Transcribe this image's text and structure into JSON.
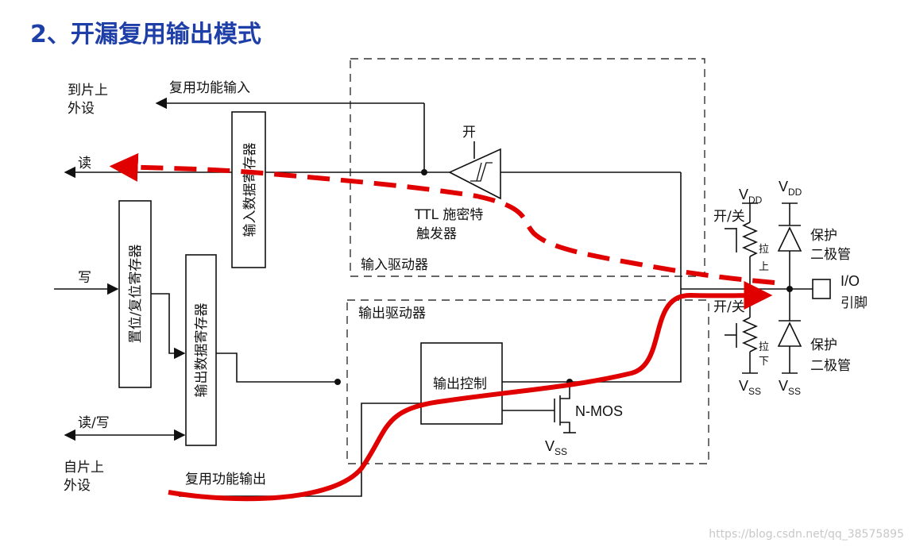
{
  "title": "2、开漏复用输出模式",
  "labels": {
    "to_onchip_periph_1": "到片上",
    "to_onchip_periph_2": "外设",
    "alt_func_input": "复用功能输入",
    "read": "读",
    "write": "写",
    "read_write": "读/写",
    "from_onchip_periph_1": "自片上",
    "from_onchip_periph_2": "外设",
    "alt_func_output": "复用功能输出",
    "input_data_register": "输入数据寄存器",
    "bit_set_reset_register": "置位/复位寄存器",
    "output_data_register": "输出数据寄存器",
    "schmitt_on": "开",
    "schmitt_1": "TTL 施密特",
    "schmitt_2": "触发器",
    "input_driver": "输入驱动器",
    "output_driver": "输出驱动器",
    "output_control": "输出控制",
    "nmos": "N-MOS",
    "vss_main": "V",
    "vss_sub": "SS",
    "vdd_main": "V",
    "vdd_sub": "DD",
    "on_off_1": "开/关",
    "on_off_2": "开/关",
    "pull_up_1": "拉",
    "pull_up_2": "上",
    "pull_down_1": "拉",
    "pull_down_2": "下",
    "protect_1a": "保护",
    "protect_1b": "二极管",
    "protect_2a": "保护",
    "protect_2b": "二极管",
    "io_1": "I/O",
    "io_2": "引脚"
  },
  "watermark": "https://blog.csdn.net/qq_38575895",
  "colors": {
    "title": "#1f3fa8",
    "signal_path": "#e00000",
    "wire": "#111111"
  }
}
